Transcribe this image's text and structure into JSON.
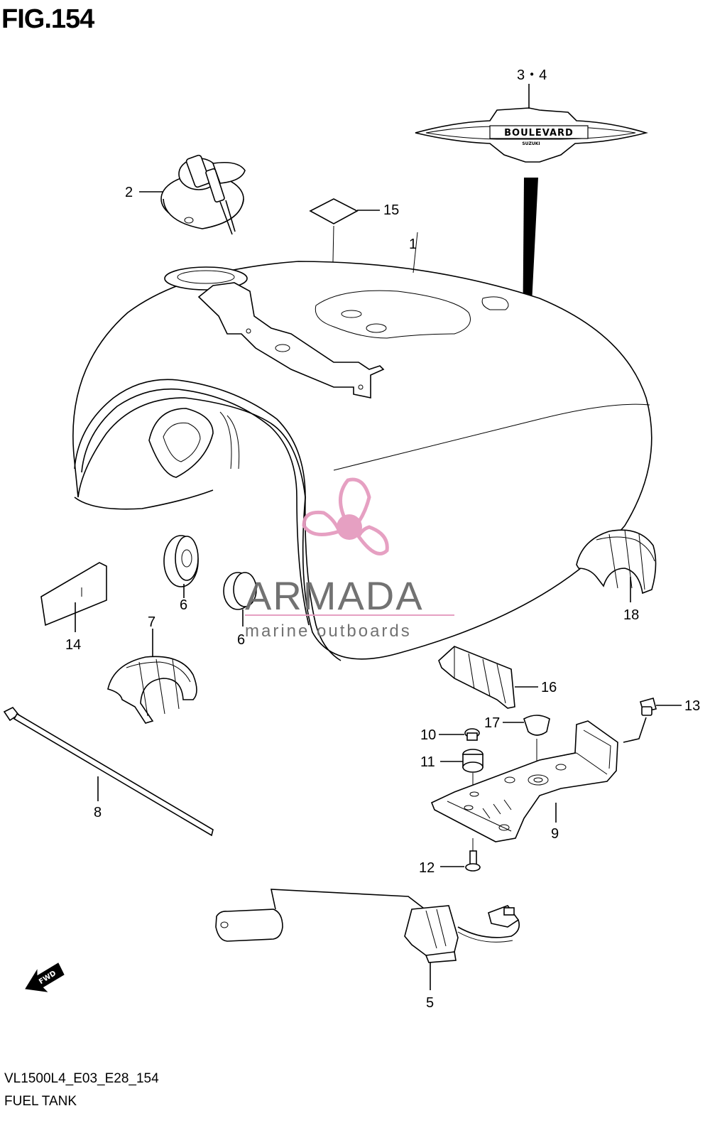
{
  "figure": {
    "title": "FIG.154",
    "code": "VL1500L4_E03_E28_154",
    "name": "FUEL TANK"
  },
  "callouts": [
    {
      "id": "c-3-4",
      "label": "3・4"
    },
    {
      "id": "c-2",
      "label": "2"
    },
    {
      "id": "c-15",
      "label": "15"
    },
    {
      "id": "c-1",
      "label": "1"
    },
    {
      "id": "c-6a",
      "label": "6"
    },
    {
      "id": "c-6b",
      "label": "6"
    },
    {
      "id": "c-14",
      "label": "14"
    },
    {
      "id": "c-7",
      "label": "7"
    },
    {
      "id": "c-18",
      "label": "18"
    },
    {
      "id": "c-16",
      "label": "16"
    },
    {
      "id": "c-13",
      "label": "13"
    },
    {
      "id": "c-17",
      "label": "17"
    },
    {
      "id": "c-10",
      "label": "10"
    },
    {
      "id": "c-11",
      "label": "11"
    },
    {
      "id": "c-8",
      "label": "8"
    },
    {
      "id": "c-9",
      "label": "9"
    },
    {
      "id": "c-12",
      "label": "12"
    },
    {
      "id": "c-5",
      "label": "5"
    }
  ],
  "emblem": {
    "text": "BOULEVARD",
    "subtext": "SUZUKI"
  },
  "direction_arrow": {
    "label": "FWD"
  },
  "watermark": {
    "brand": "ARMADA",
    "tagline": "marine outboards",
    "color": "#e59bbf"
  }
}
